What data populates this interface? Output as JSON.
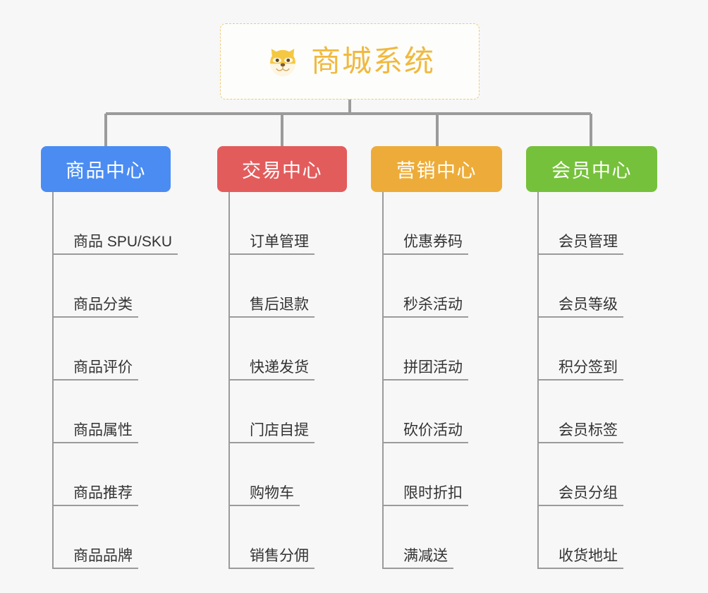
{
  "root": {
    "title": "商城系统",
    "icon": "shiba-dog-face-icon",
    "text_color": "#f0b93f",
    "border_color": "#f0c97a"
  },
  "palette": {
    "background": "#f7f7f7",
    "connector": "#9b9b9b",
    "leaf_text": "#333333"
  },
  "branches": [
    {
      "label": "商品中心",
      "color": "#4a8cf2",
      "leaves": [
        "商品 SPU/SKU",
        "商品分类",
        "商品评价",
        "商品属性",
        "商品推荐",
        "商品品牌"
      ]
    },
    {
      "label": "交易中心",
      "color": "#e35c5c",
      "leaves": [
        "订单管理",
        "售后退款",
        "快递发货",
        "门店自提",
        "购物车",
        "销售分佣"
      ]
    },
    {
      "label": "营销中心",
      "color": "#edac39",
      "leaves": [
        "优惠券码",
        "秒杀活动",
        "拼团活动",
        "砍价活动",
        "限时折扣",
        "满减送"
      ]
    },
    {
      "label": "会员中心",
      "color": "#76c13c",
      "leaves": [
        "会员管理",
        "会员等级",
        "积分签到",
        "会员标签",
        "会员分组",
        "收货地址"
      ]
    }
  ]
}
